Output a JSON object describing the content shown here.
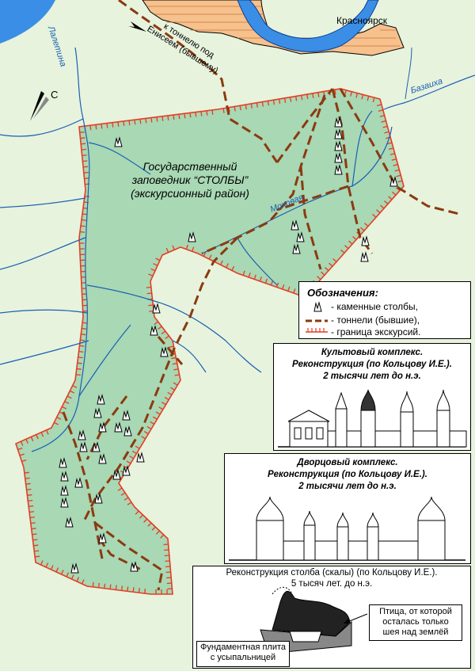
{
  "map": {
    "city": "Красноярск",
    "reserve_title": [
      "Государственный",
      "заповедник “СТОЛБЫ”",
      "(экскурсионный район)"
    ],
    "tunnel_note": [
      "к тоннелю под",
      "Енисеем (бывшему)"
    ],
    "north_label": "С",
    "rivers": [
      "Лалетина",
      "Базаиха",
      "Моховая"
    ],
    "colors": {
      "reserve": "#a8d8b4",
      "background": "#e7f3dd",
      "river": "#1a5fb4",
      "tunnel": "#8b3a10",
      "boundary": "#e63c23",
      "city": "#f6c18c"
    }
  },
  "legend": {
    "title": "Обозначения:",
    "items": [
      {
        "icon": "rock-pillar-icon",
        "label": "- каменные столбы,"
      },
      {
        "icon": "tunnel-line-icon",
        "label": "- тоннели (бывшие),"
      },
      {
        "icon": "boundary-line-icon",
        "label": "- граница экскурсий."
      }
    ]
  },
  "panels": {
    "cult": {
      "title": [
        "Культовый комплекс.",
        "Реконструкция (по Кольцову И.Е.).",
        "2 тысячи лет до н.э."
      ]
    },
    "palace": {
      "title": [
        "Дворцовый комплекс.",
        "Реконструкция (по Кольцову И.Е.).",
        "2 тысячи лет до н.э."
      ]
    },
    "pillar": {
      "title": [
        "Реконструкция столба (скалы) (по Кольцову И.Е.).",
        "5 тысяч лет. до н.э."
      ],
      "bird_note": [
        "Птица, от которой",
        "осталась только",
        "шея над землёй"
      ],
      "foundation_note": [
        "Фундаментная плита",
        "с усыпальницей"
      ]
    }
  }
}
